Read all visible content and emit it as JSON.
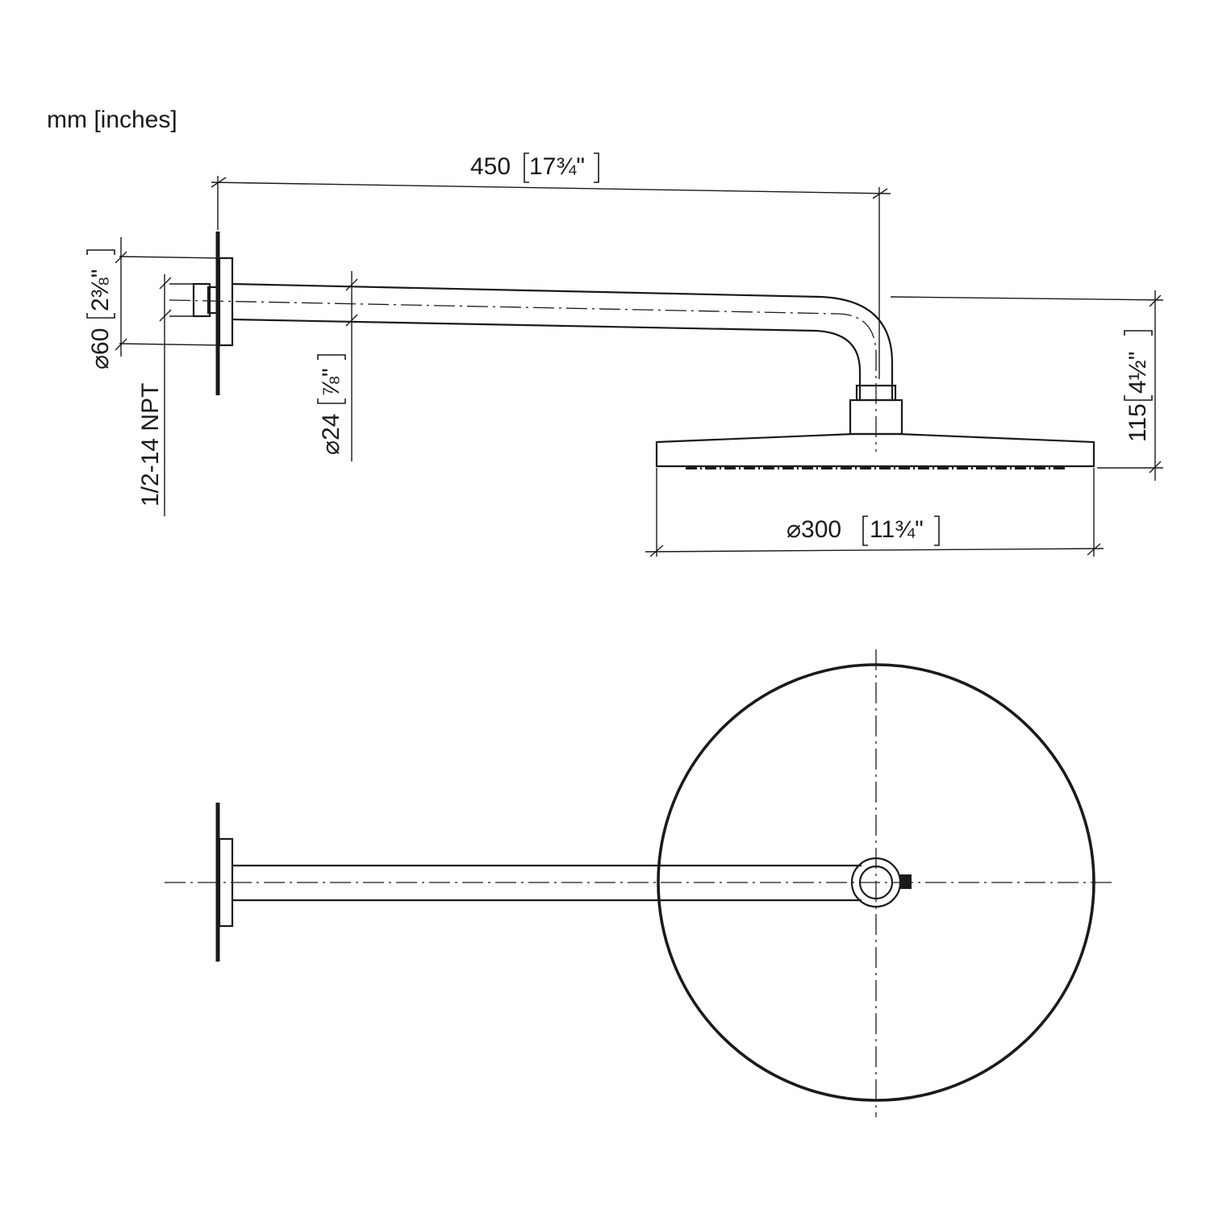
{
  "units_label": "mm [inches]",
  "dimensions": {
    "arm_length": {
      "mm": "450",
      "inch": "17¾\""
    },
    "flange_diameter": {
      "mm": "⌀60",
      "inch": "2⅜\""
    },
    "thread": {
      "label": "1/2-14 NPT"
    },
    "pipe_diameter": {
      "mm": "⌀24",
      "inch": "⅞\""
    },
    "height": {
      "mm": "115",
      "inch": "4½\""
    },
    "head_diameter": {
      "mm": "⌀300",
      "inch": "11¾\""
    }
  }
}
